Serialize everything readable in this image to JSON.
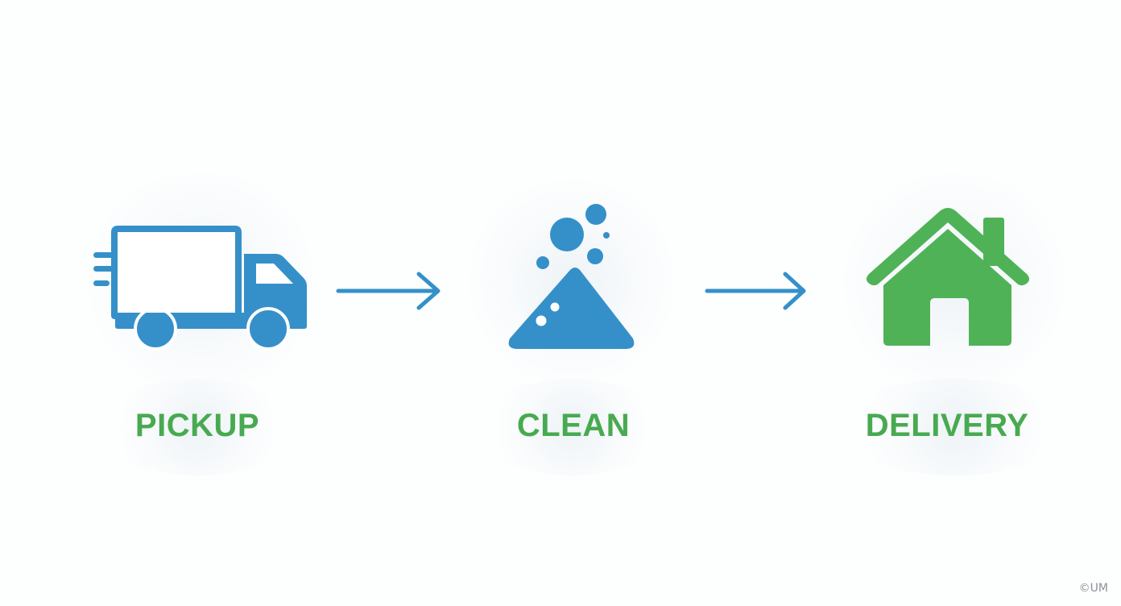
{
  "colors": {
    "blue": "#3590c9",
    "green": "#4fb257",
    "label_green": "#48aa50",
    "watermark": "#8a9399"
  },
  "steps": [
    {
      "label": "PICKUP",
      "icon": "truck-icon"
    },
    {
      "label": "CLEAN",
      "icon": "detergent-bubbles-icon"
    },
    {
      "label": "DELIVERY",
      "icon": "house-icon"
    }
  ],
  "connectors": [
    "arrow-right-icon",
    "arrow-right-icon"
  ],
  "watermark": "©UM"
}
